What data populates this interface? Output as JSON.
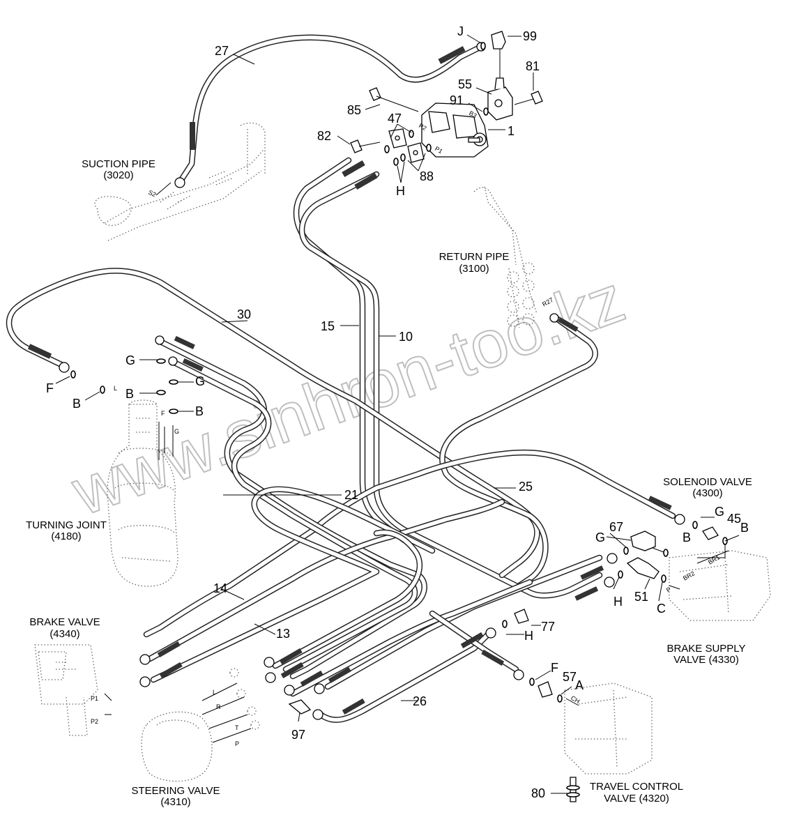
{
  "watermark": "www.sinhron-too.kz",
  "callouts": {
    "n27": "27",
    "n99": "99",
    "nJ": "J",
    "n55": "55",
    "n81": "81",
    "n91": "91",
    "n85": "85",
    "n47": "47",
    "n1": "1",
    "n82": "82",
    "n88": "88",
    "nH_top": "H",
    "n30": "30",
    "n15": "15",
    "n10": "10",
    "nG1": "G",
    "nG2": "G",
    "nB1": "B",
    "nB2": "B",
    "nF_left": "F",
    "nB_left": "B",
    "n21": "21",
    "n25": "25",
    "n14": "14",
    "n13": "13",
    "n26": "26",
    "n97": "97",
    "nG_sol": "G",
    "n45": "45",
    "nB_sol1": "B",
    "nB_sol2": "B",
    "n67": "67",
    "nG_67": "G",
    "nH_51": "H",
    "n51": "51",
    "nC": "C",
    "n77": "77",
    "nH_77": "H",
    "nF_57": "F",
    "n57": "57",
    "nA": "A",
    "n80": "80"
  },
  "port_labels": {
    "s2": "S2",
    "p2": "P2",
    "b3": "B3",
    "p1": "P1",
    "r27": "R27",
    "l_turn": "L",
    "f_turn": "F",
    "g_turn": "G",
    "br2": "BR2",
    "br1": "BR1",
    "p_brake": "P",
    "ch": "CH",
    "p1_brake": "P1",
    "p2_brake": "P2",
    "l_steer": "L",
    "r_steer": "R",
    "t_steer": "T",
    "p_steer": "P"
  },
  "components": {
    "suction_pipe": {
      "name": "SUCTION PIPE",
      "code": "(3020)"
    },
    "return_pipe": {
      "name": "RETURN PIPE",
      "code": "(3100)"
    },
    "turning_joint": {
      "name": "TURNING JOINT",
      "code": "(4180)"
    },
    "solenoid_valve": {
      "name": "SOLENOID VALVE",
      "code": "(4300)"
    },
    "brake_valve": {
      "name": "BRAKE VALVE",
      "code": "(4340)"
    },
    "brake_supply_valve": {
      "name": "BRAKE SUPPLY",
      "code": "VALVE (4330)"
    },
    "steering_valve": {
      "name": "STEERING VALVE",
      "code": "(4310)"
    },
    "travel_control_valve": {
      "name": "TRAVEL CONTROL",
      "code": "VALVE (4320)"
    }
  },
  "icons": [
    "o-ring",
    "hose-fitting",
    "elbow-fitting",
    "bolt",
    "hydraulic-pump",
    "flange"
  ]
}
